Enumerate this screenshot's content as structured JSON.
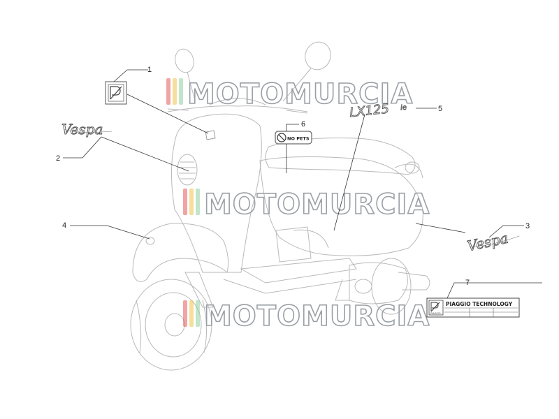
{
  "diagram": {
    "callouts": [
      {
        "num": "1"
      },
      {
        "num": "2"
      },
      {
        "num": "3"
      },
      {
        "num": "4"
      },
      {
        "num": "5"
      },
      {
        "num": "6"
      },
      {
        "num": "7"
      }
    ]
  },
  "decals": {
    "model_badge": "LX125",
    "model_badge_suffix": "ie",
    "brand_script": "Vespa",
    "brand_script_side": "Vespa",
    "no_pets": "NO PETS",
    "plate_title": "PIAGGIO TECHNOLOGY",
    "plate_logo_text": "PIAGGIO"
  },
  "watermark": {
    "text": "MOTOMURCIA",
    "stripe_colors": [
      "#e35b5b",
      "#f0c24a",
      "#8fd0a0"
    ]
  },
  "colors": {
    "outline": "#b9b9b9",
    "leader": "#333333"
  }
}
